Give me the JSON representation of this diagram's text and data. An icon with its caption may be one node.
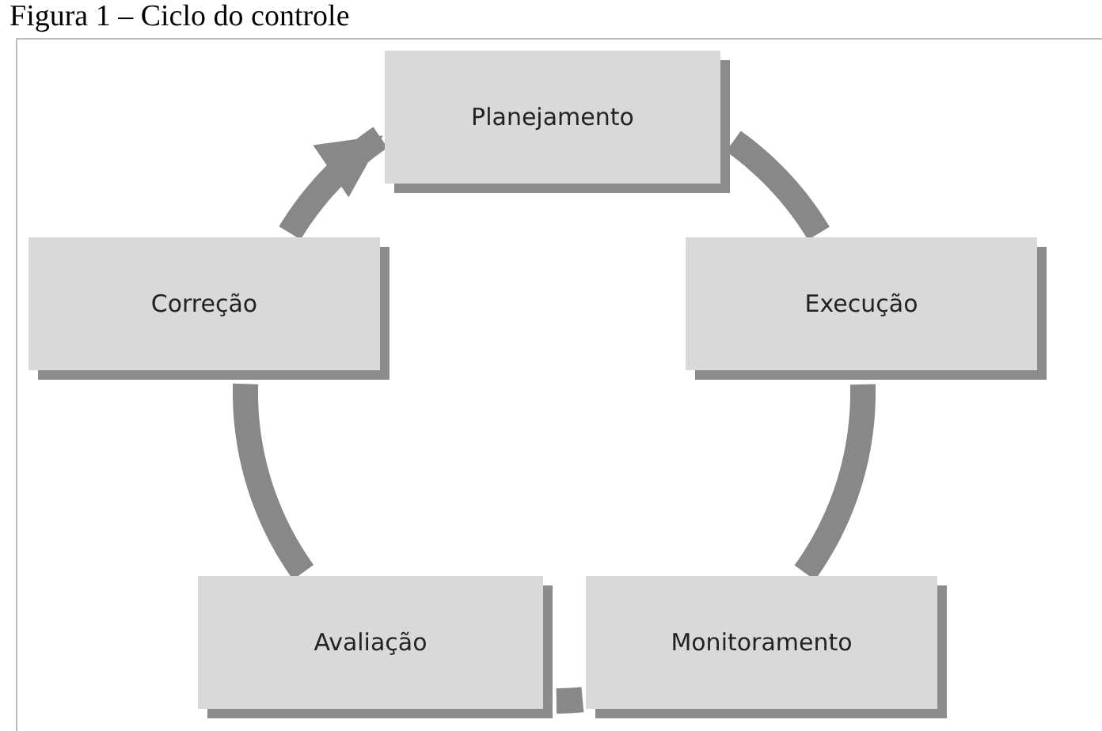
{
  "diagram": {
    "title": "Figura 1 – Ciclo do controle",
    "nodes": [
      {
        "text": [
          "Planejamento"
        ]
      },
      {
        "text": [
          "Execução"
        ]
      },
      {
        "text": [
          "Monitoramento"
        ]
      },
      {
        "text": [
          "Avaliação"
        ]
      },
      {
        "text": [
          "Correção"
        ]
      }
    ],
    "edges": [
      {
        "from": 0,
        "to": 1,
        "arrow": "none"
      },
      {
        "from": 1,
        "to": 2,
        "arrow": "none"
      },
      {
        "from": 2,
        "to": 3,
        "arrow": "none"
      },
      {
        "from": 3,
        "to": 4,
        "arrow": "none"
      },
      {
        "from": 4,
        "to": 0,
        "arrow": "to"
      }
    ]
  }
}
